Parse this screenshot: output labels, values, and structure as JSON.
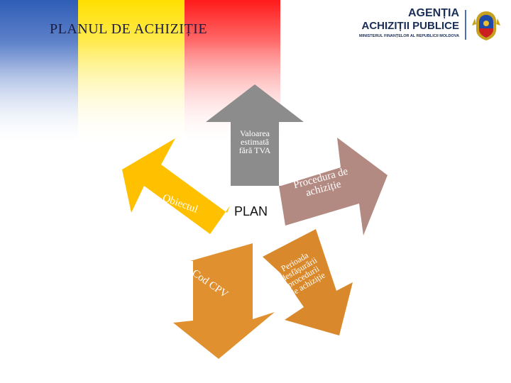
{
  "header": {
    "title": "PLANUL DE ACHIZIȚIE"
  },
  "logo": {
    "line1": "AGENȚIA",
    "line2": "ACHIZIȚII PUBLICE",
    "line3": "MINISTERUL FINANȚELOR AL REPUBLICII MOLDOVA"
  },
  "diagram": {
    "center": "PLAN",
    "arrows": {
      "top": [
        "Valoarea",
        "estimată",
        "fără TVA"
      ],
      "left": "Obiectul",
      "right": [
        "Procedura de",
        "achiziție"
      ],
      "bottom_left": "Cod CPV",
      "bottom_right": [
        "Perioada",
        "desfășurării",
        "procedurii",
        "de achiziție"
      ]
    },
    "colors": {
      "top": "#8c8c8c",
      "left": "#ffc000",
      "right": "#b38a82",
      "bottom_left": "#e0902e",
      "bottom_right": "#d9892b"
    }
  }
}
